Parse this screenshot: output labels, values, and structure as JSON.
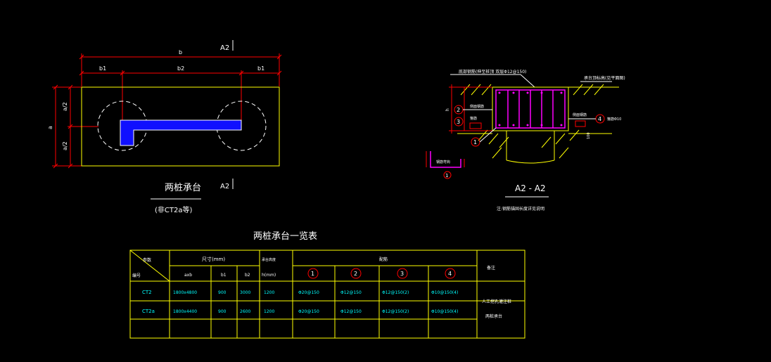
{
  "plan": {
    "section_mark_top": "A2",
    "section_mark_bottom": "A2",
    "dim_b": "b",
    "dim_b1_left": "b1",
    "dim_b2": "b2",
    "dim_b1_right": "b1",
    "dim_a2_top": "a/2",
    "dim_a": "a",
    "dim_a2_bottom": "a/2",
    "title": "两桩承台",
    "subtitle": "(非CT2a等)"
  },
  "section": {
    "title": "A2 - A2",
    "note": "注:钢筋锚固长度详见说明",
    "top_note": "底部钢筋(伸至桩顶 双层Φ12@150)",
    "top_right_note": "承台顶标高(见平面图)",
    "label_side_bar": "侧面钢筋",
    "label_side_bar2": "侧面钢筋",
    "label_stirrup": "箍筋Φ10",
    "label_mid": "箍筋",
    "dim_h": "h",
    "dim_side": "100",
    "detail_label": "钢筋弯钩",
    "markers": [
      "2",
      "3",
      "4",
      "1",
      "1"
    ]
  },
  "schedule": {
    "title": "两桩承台一览表",
    "header_corner_top": "参数",
    "header_corner_bottom": "编号",
    "header_size_group": "尺寸(mm)",
    "header_axb": "axb",
    "header_b1": "b1",
    "header_b2": "b2",
    "header_h_top": "承台高度",
    "header_h_bottom": "h(mm)",
    "header_rebar_group": "配筋",
    "rebar_columns": [
      "1",
      "2",
      "3",
      "4"
    ],
    "header_remarks": "备注",
    "rows": [
      {
        "id": "CT2",
        "axb": "1800x4800",
        "b1": "900",
        "b2": "3000",
        "h": "1200",
        "r1": "Φ20@150",
        "r2": "Φ12@150",
        "r3": "Φ12@150(2)",
        "r4": "Φ10@150(4)"
      },
      {
        "id": "CT2a",
        "axb": "1800x4400",
        "b1": "900",
        "b2": "2600",
        "h": "1200",
        "r1": "Φ20@150",
        "r2": "Φ12@150",
        "r3": "Φ12@150(2)",
        "r4": "Φ10@150(4)"
      }
    ],
    "remarks_line1": "人工挖孔灌注桩",
    "remarks_line2": "两桩承台"
  },
  "colors": {
    "background": "#000000",
    "outline": "#ffff00",
    "dimension": "#ff0000",
    "text": "#ffffff",
    "table_text": "#00ffff",
    "beam_fill": "#1010ff",
    "stirrup": "#ff00ff"
  }
}
